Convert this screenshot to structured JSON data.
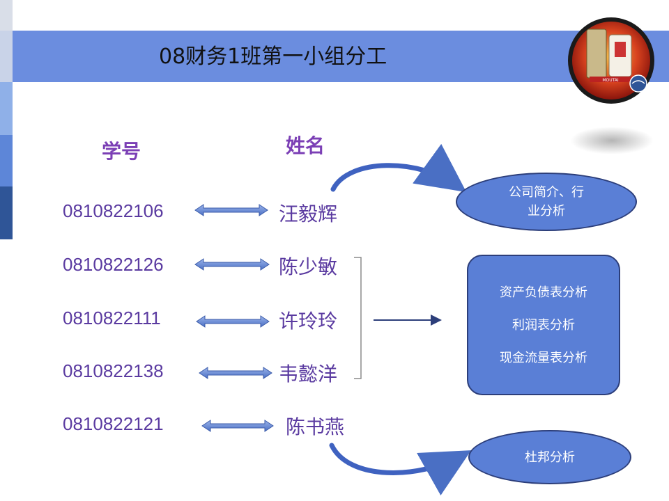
{
  "slide": {
    "title": "08财务1班第一小组分工",
    "headers": {
      "id": "学号",
      "name": "姓名"
    },
    "members": [
      {
        "id": "0810822106",
        "name": "汪毅辉"
      },
      {
        "id": "0810822126",
        "name": "陈少敏"
      },
      {
        "id": "0810822111",
        "name": "许玲玲"
      },
      {
        "id": "0810822138",
        "name": "韦懿洋"
      },
      {
        "id": "0810822121",
        "name": "陈书燕"
      }
    ],
    "tasks": {
      "top": [
        "公司简介、行",
        "业分析"
      ],
      "middle": [
        "资产负债表分析",
        "利润表分析",
        "现金流量表分析"
      ],
      "bottom": "杜邦分析"
    },
    "logo": {
      "icon": "moutai-logo",
      "text": "MOUTAI"
    },
    "colors": {
      "bar": "#6b8ddf",
      "bubble": "#5a7fd6",
      "text": "#5a3aa0",
      "header": "#7b3fb5"
    }
  }
}
